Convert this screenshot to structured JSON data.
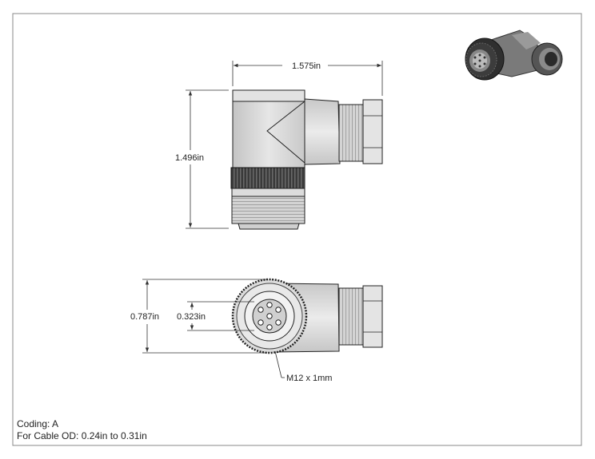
{
  "drawing": {
    "dimensions": {
      "overall_width": "1.575in",
      "overall_height": "1.496in",
      "body_diameter": "0.787in",
      "pin_circle": "0.323in",
      "thread_callout": "M12 x 1mm"
    },
    "notes": {
      "coding": "Coding: A",
      "cable_od": "For Cable OD: 0.24in to 0.31in"
    },
    "colors": {
      "body": "#d8d8d8",
      "dark_part": "#4a4a4a",
      "line": "#222222",
      "dim_line": "#333333"
    }
  }
}
